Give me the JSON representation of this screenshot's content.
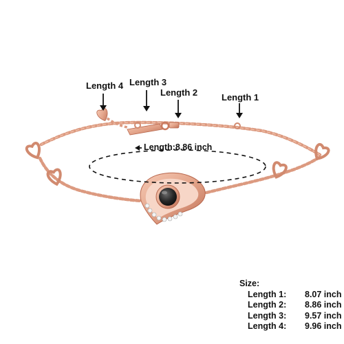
{
  "callouts": {
    "length4": "Length 4",
    "length3": "Length 3",
    "length2": "Length 2",
    "length1": "Length 1",
    "center": "Length:8.86 inch"
  },
  "size_table": {
    "title": "Size:",
    "rows": [
      {
        "label": "Length 1:",
        "value": "8.07 inch"
      },
      {
        "label": "Length 2:",
        "value": "8.86 inch"
      },
      {
        "label": "Length 3:",
        "value": "9.57 inch"
      },
      {
        "label": "Length 4:",
        "value": "9.96 inch"
      }
    ]
  },
  "colors": {
    "metal": "#e3a48a",
    "metal_dark": "#c97a5f",
    "stone": "#2a2a2a",
    "crystal": "#f2f2f2",
    "text": "#111111"
  },
  "icons": [
    "down-arrow-icon",
    "left-arrow-icon",
    "heart-charm-icon",
    "lobster-clasp-icon"
  ]
}
